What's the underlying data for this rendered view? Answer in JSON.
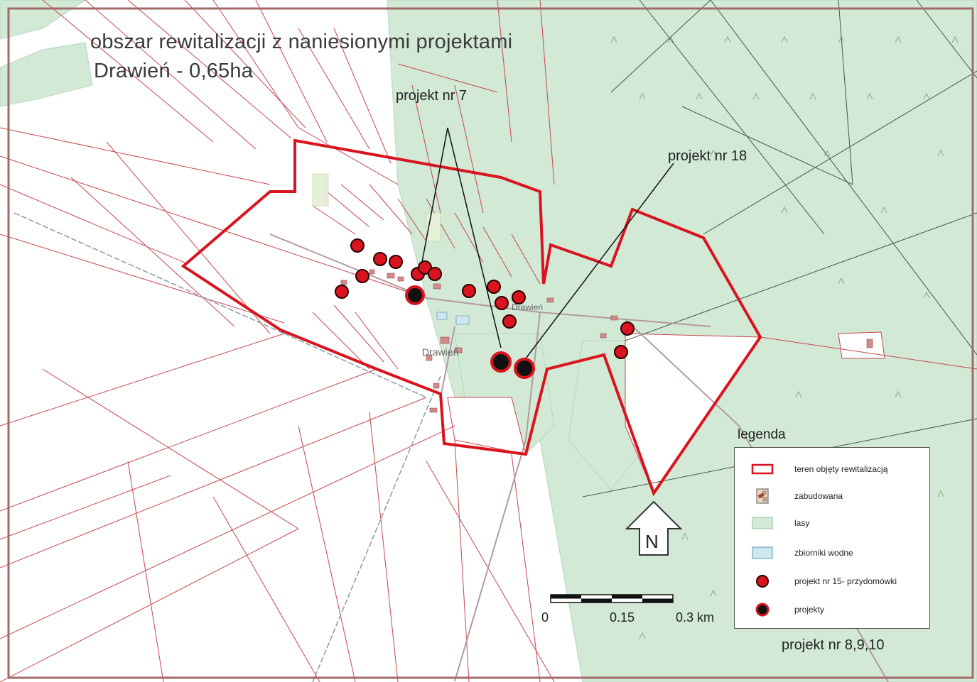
{
  "title_line1": "obszar rewitalizacji z naniesionymi projektami",
  "title_line2": "Drawień  - 0,65ha",
  "annotations": {
    "projekt7": "projekt nr 7",
    "projekt18": "projekt nr 18",
    "projekt8910": "projekt nr 8,9,10"
  },
  "place_names": {
    "drawien_center": "Drawień",
    "drawien_east": "Drawień"
  },
  "legend": {
    "title": "legenda",
    "items": [
      {
        "label": "teren objęty rewitalizacją",
        "icon": "red-outline-rect-icon"
      },
      {
        "label": "zabudowana",
        "icon": "buildings-icon"
      },
      {
        "label": "lasy",
        "icon": "forest-swatch-icon"
      },
      {
        "label": "zbiorniki wodne",
        "icon": "water-swatch-icon"
      },
      {
        "label": "projekt nr 15- przydomówki",
        "icon": "red-dot-icon"
      },
      {
        "label": "projekty",
        "icon": "black-dot-icon"
      }
    ]
  },
  "scale_bar": {
    "labels": [
      "0",
      "0.15",
      "0.3 km"
    ]
  },
  "north_arrow": {
    "label": "N"
  },
  "colors": {
    "forest": "#d2e9d6",
    "boundary": "#d9141e",
    "parcel": "#c8474d",
    "water": "#cfe6ef",
    "background": "#ffffff"
  }
}
